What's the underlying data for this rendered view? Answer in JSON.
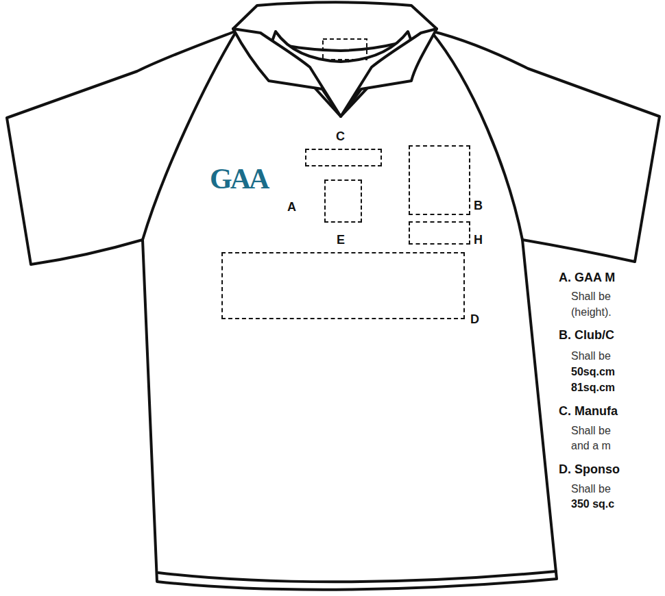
{
  "diagram": {
    "nodes": [
      {
        "text": [
          "C"
        ]
      },
      {
        "text": [
          "B"
        ]
      },
      {
        "text": [
          "E"
        ]
      },
      {
        "text": [
          "H"
        ]
      },
      {
        "text": [
          "D"
        ]
      }
    ],
    "labels": [
      "GAA",
      "A",
      "A. GAA M",
      "Shall be",
      "(height).",
      "B. Club/C",
      "Shall be",
      "50sq.cm",
      "81sq.cm",
      "C. Manufa",
      "Shall be",
      "and a m",
      "D. Sponso",
      "Shall be",
      "350 sq.c"
    ]
  }
}
